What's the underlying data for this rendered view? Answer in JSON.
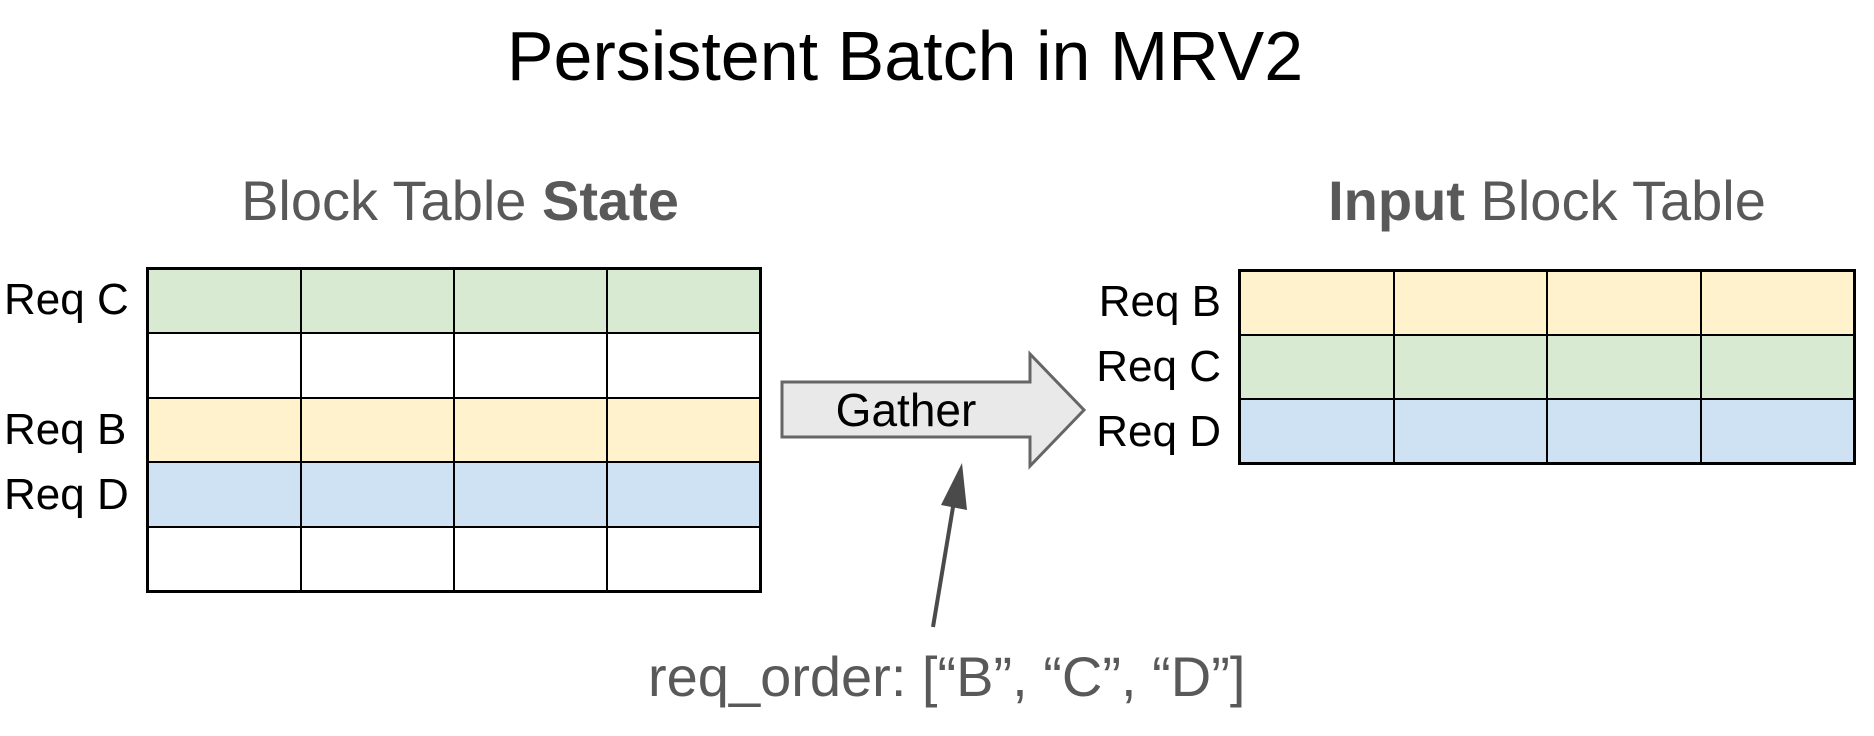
{
  "title": "Persistent Batch in MRV2",
  "colors": {
    "green": "#D9EAD3",
    "yellow": "#FFF2CC",
    "blue": "#CFE2F3",
    "white": "#FFFFFF",
    "red": "#E8432A",
    "gray_text": "#595959",
    "arrow_fill": "#E9E9E9",
    "arrow_stroke": "#666666",
    "pointer_gray": "#4A4A4A"
  },
  "left_panel": {
    "heading": {
      "normal_prefix": "Block Table ",
      "highlight": "State"
    },
    "columns": 4,
    "rows": [
      {
        "label": "Req C",
        "color_key": "green"
      },
      {
        "label": "",
        "color_key": "white"
      },
      {
        "label": "Req B",
        "color_key": "yellow"
      },
      {
        "label": "Req D",
        "color_key": "blue"
      },
      {
        "label": "",
        "color_key": "white"
      }
    ]
  },
  "gather_arrow": {
    "label": "Gather"
  },
  "right_panel": {
    "heading": {
      "highlight": "Input",
      "normal_suffix": " Block Table"
    },
    "columns": 4,
    "rows": [
      {
        "label": "Req B",
        "color_key": "yellow"
      },
      {
        "label": "Req C",
        "color_key": "green"
      },
      {
        "label": "Req D",
        "color_key": "blue"
      }
    ]
  },
  "annotation": {
    "text": "req_order: [“B”, “C”, “D”]"
  }
}
